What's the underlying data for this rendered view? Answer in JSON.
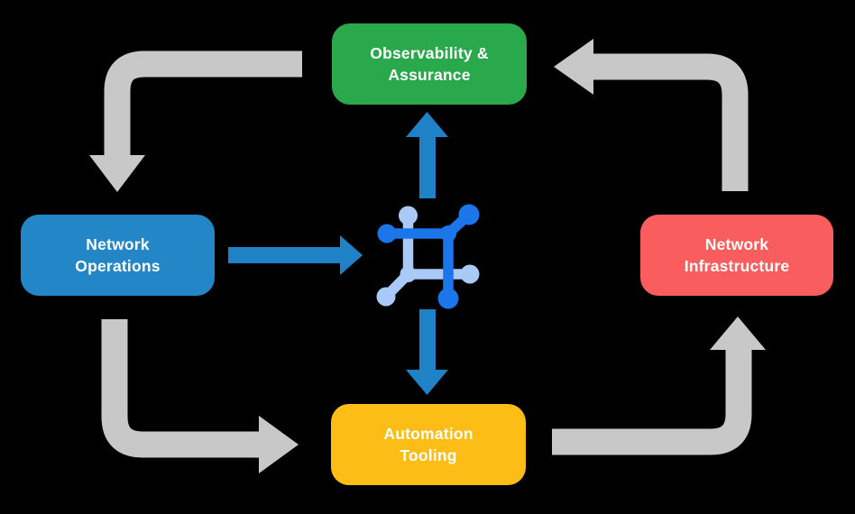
{
  "colors": {
    "background": "#000000",
    "box-green": "#2aa84c",
    "box-blue": "#2286c7",
    "box-red": "#f95d5d",
    "box-yellow": "#fcbd17",
    "arrow-gray": "#c8c8c8",
    "arrow-blue": "#1f81c6",
    "icon-dark-blue": "#1b76e9",
    "icon-light-blue": "#a9c9f7",
    "label-text": "#ffffff"
  },
  "nodes": {
    "observability": {
      "label": "Observability &\nAssurance",
      "color": "#2aa84c"
    },
    "operations": {
      "label": "Network\nOperations",
      "color": "#2286c7"
    },
    "infrastructure": {
      "label": "Network\nInfrastructure",
      "color": "#f95d5d"
    },
    "automation": {
      "label": "Automation\nTooling",
      "color": "#fcbd17"
    }
  },
  "center_icon": "network-automation-icon",
  "flows": {
    "outer_cycle_gray": [
      {
        "from": "Observability & Assurance",
        "to": "Network Operations"
      },
      {
        "from": "Network Operations",
        "to": "Automation Tooling"
      },
      {
        "from": "Automation Tooling",
        "to": "Network Infrastructure"
      },
      {
        "from": "Network Infrastructure",
        "to": "Observability & Assurance"
      }
    ],
    "center_blue": [
      {
        "from": "Network Operations",
        "to": "center-icon"
      },
      {
        "from": "center-icon",
        "to": "Observability & Assurance"
      },
      {
        "from": "center-icon",
        "to": "Automation Tooling"
      }
    ]
  }
}
